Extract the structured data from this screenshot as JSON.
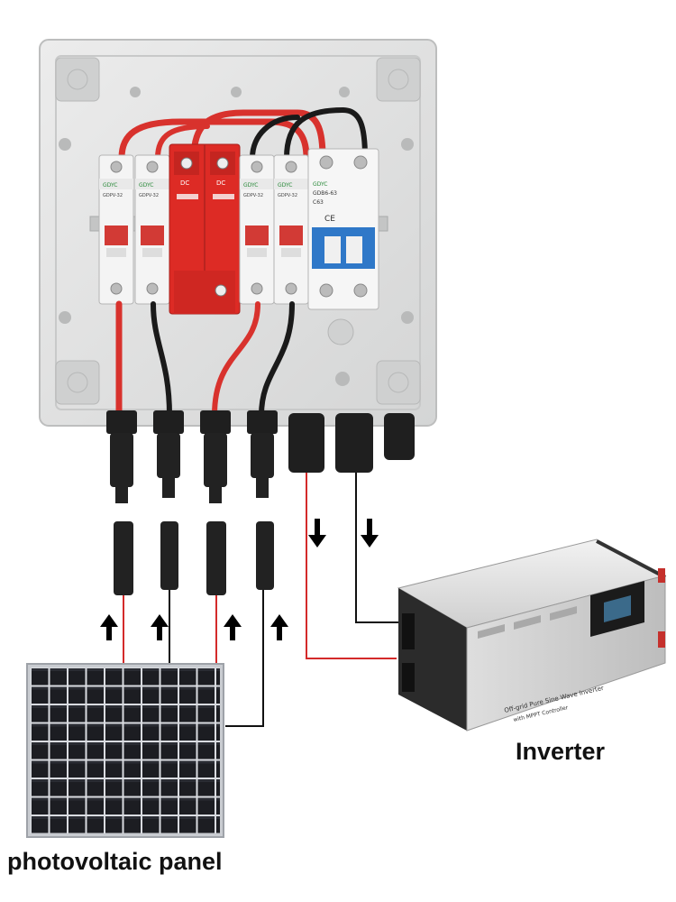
{
  "labels": {
    "inverter": "Inverter",
    "photovoltaic_panel": "photovoltaic panel"
  },
  "breakers": {
    "brand": "GDYC",
    "dc_breaker_model": "GDPV-32",
    "spd_text": "DC",
    "ac_breaker_model": "GDB6-63",
    "ac_breaker_rating": "C63",
    "ac_ce_mark": "CE"
  },
  "inverter_panel": {
    "product_line1": "Off-grid Pure Sine Wave Inverter",
    "product_line2": "with MPPT Controller"
  },
  "colors": {
    "enclosure": "#e2e3e3",
    "spd_red": "#dd2b25",
    "cable_red": "#d8322d",
    "cable_black": "#1a1a1a",
    "breaker_blue": "#2f78c8",
    "panel_cell": "#1c1d22",
    "wire_line_red": "#d42a2a",
    "arrow_black": "#000000"
  },
  "icons": {
    "arrow_down": "arrow-down-icon",
    "arrow_up": "arrow-up-icon",
    "inverter_display": "lcd-display-icon"
  }
}
